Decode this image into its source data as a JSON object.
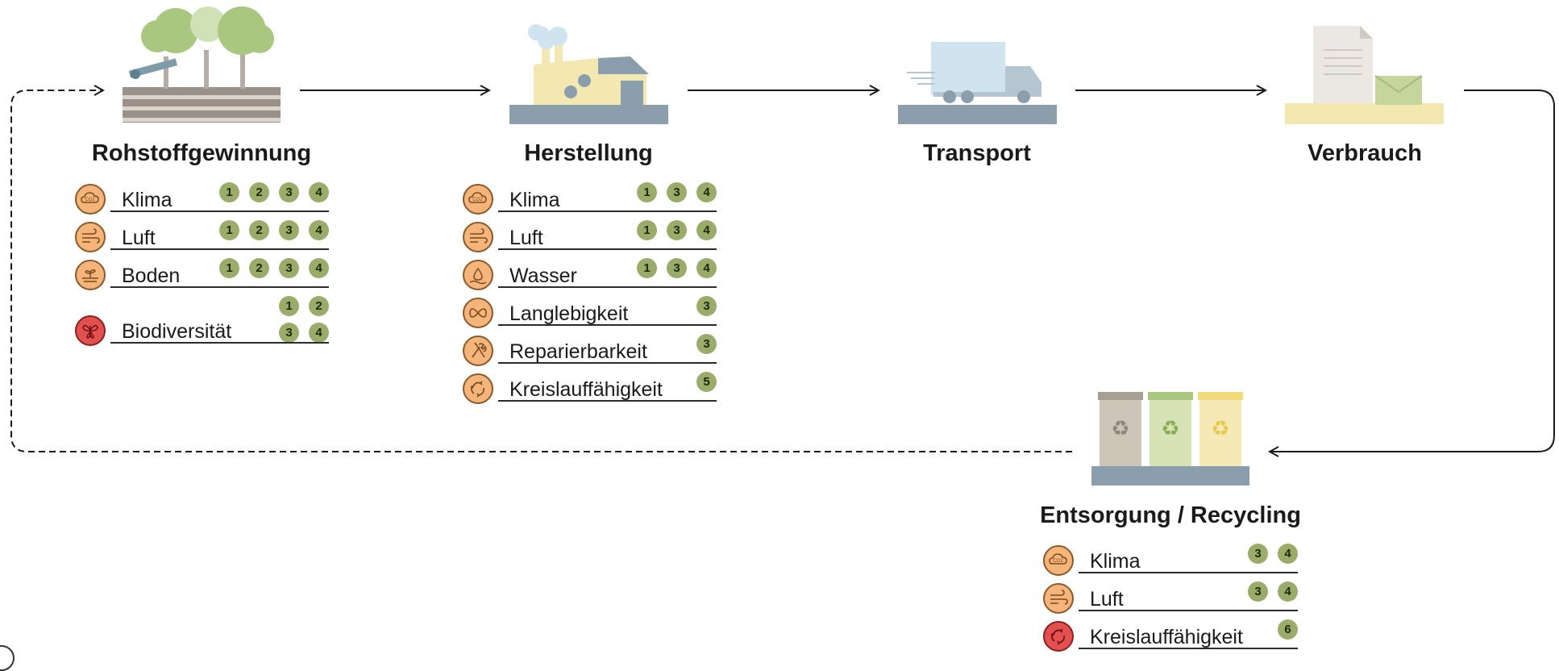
{
  "colors": {
    "impact_orange": "#f4b47a",
    "impact_red": "#e25050",
    "badge_green": "#9aab6a",
    "ground_gray": "#8b9eac",
    "cream": "#f3e7b2"
  },
  "stages": {
    "rohstoff": {
      "title": "Rohstoffgewinnung"
    },
    "herstellung": {
      "title": "Herstellung"
    },
    "transport": {
      "title": "Transport"
    },
    "verbrauch": {
      "title": "Verbrauch"
    },
    "entsorgung": {
      "title": "Entsorgung / Recycling"
    }
  },
  "rohstoff_impacts": [
    {
      "label": "Klima",
      "icon": "co2-cloud-icon",
      "badges": [
        "1",
        "2",
        "3",
        "4"
      ]
    },
    {
      "label": "Luft",
      "icon": "wind-icon",
      "badges": [
        "1",
        "2",
        "3",
        "4"
      ]
    },
    {
      "label": "Boden",
      "icon": "soil-sprout-icon",
      "badges": [
        "1",
        "2",
        "3",
        "4"
      ]
    },
    {
      "label": "Biodiversität",
      "icon": "butterfly-icon",
      "badges": [
        "1",
        "2",
        "3",
        "4"
      ]
    }
  ],
  "herstellung_impacts": [
    {
      "label": "Klima",
      "icon": "co2-cloud-icon",
      "badges": [
        "1",
        "3",
        "4"
      ]
    },
    {
      "label": "Luft",
      "icon": "wind-icon",
      "badges": [
        "1",
        "3",
        "4"
      ]
    },
    {
      "label": "Wasser",
      "icon": "water-drop-icon",
      "badges": [
        "1",
        "3",
        "4"
      ]
    },
    {
      "label": "Langlebigkeit",
      "icon": "infinity-icon",
      "badges": [
        "3"
      ]
    },
    {
      "label": "Reparierbarkeit",
      "icon": "tools-icon",
      "badges": [
        "3"
      ]
    },
    {
      "label": "Kreislauffähigkeit",
      "icon": "recycle-loop-icon",
      "badges": [
        "5"
      ]
    }
  ],
  "entsorgung_impacts": [
    {
      "label": "Klima",
      "icon": "co2-cloud-icon",
      "badges": [
        "3",
        "4"
      ]
    },
    {
      "label": "Luft",
      "icon": "wind-icon",
      "badges": [
        "3",
        "4"
      ]
    },
    {
      "label": "Kreislauffähigkeit",
      "icon": "recycle-loop-icon",
      "badges": [
        "6"
      ]
    }
  ]
}
